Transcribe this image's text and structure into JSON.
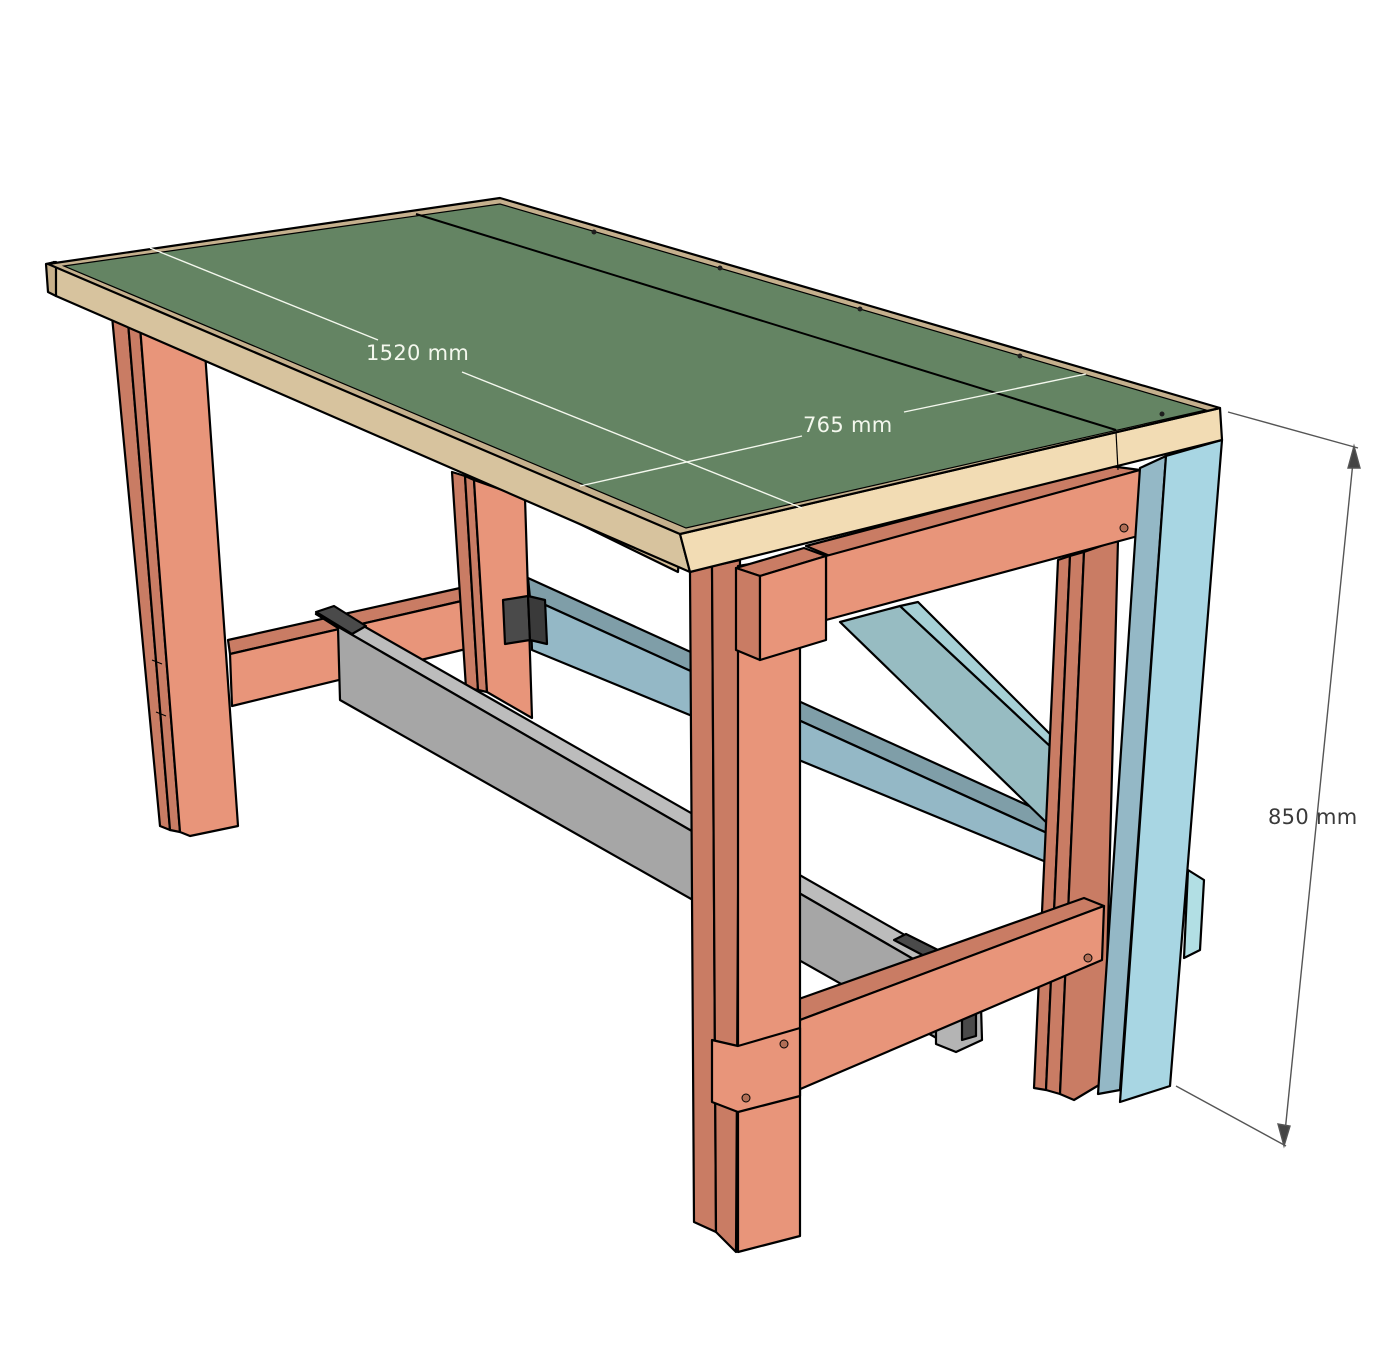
{
  "figure": {
    "subject": "Workbench 3D illustration",
    "dimensions": {
      "length": {
        "label": "1520 mm",
        "value": 1520,
        "unit": "mm"
      },
      "width": {
        "label": "765 mm",
        "value": 765,
        "unit": "mm"
      },
      "height": {
        "label": "850 mm",
        "value": 850,
        "unit": "mm"
      }
    },
    "parts": [
      {
        "name": "worktop",
        "color": "#648463"
      },
      {
        "name": "edge-frame",
        "color": "#f2dcb4"
      },
      {
        "name": "legs-and-rails",
        "color": "#e8957a"
      },
      {
        "name": "back-stretcher-and-brace",
        "color": "#94b8c6"
      },
      {
        "name": "end-leg-blue",
        "color": "#a8d6e3"
      },
      {
        "name": "bar-clamp",
        "color": "#a8a8a8"
      },
      {
        "name": "clamp-jaw",
        "color": "#4a4a4a"
      }
    ],
    "colors": {
      "worktop": "#648463",
      "edge_light": "#f2dcb4",
      "edge_shade": "#d2bc96",
      "wood_light": "#e8957a",
      "wood_dark": "#c97c64",
      "blue_light": "#a8d6e3",
      "blue_mid": "#94b8c6",
      "blue_dark": "#7f9ea8",
      "clamp_light": "#bcbcbc",
      "clamp_mid": "#a6a6a6",
      "clamp_dark": "#8f8f8f",
      "jaw": "#4a4a4a",
      "dim_line": "#555555",
      "dim_text_dark": "#3a3a3a",
      "dim_text_light": "#f4f8ee"
    }
  }
}
